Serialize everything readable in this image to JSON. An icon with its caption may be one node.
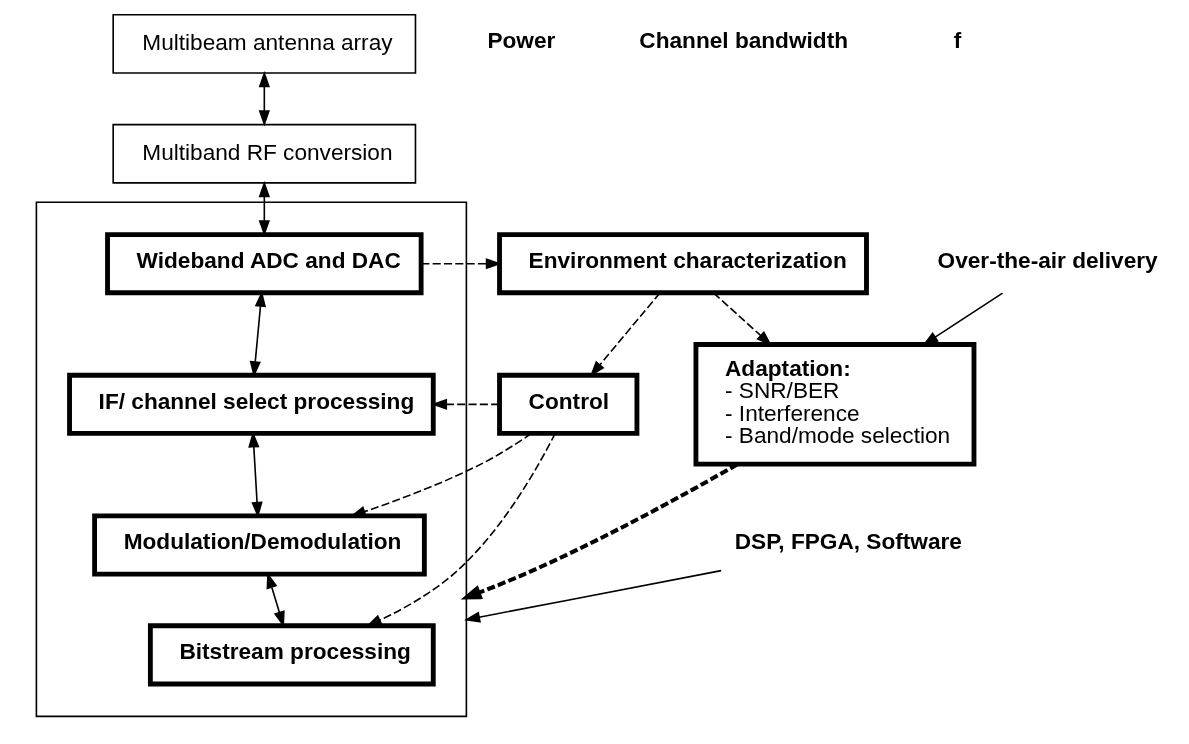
{
  "diagram": {
    "nodes": [
      {
        "text": [
          "Multibeam antenna array"
        ]
      },
      {
        "text": [
          "Multiband RF conversion"
        ]
      },
      {
        "text": [],
        "shape": "box"
      },
      {
        "text": [
          "Wideband ADC and DAC"
        ],
        "in": 2
      },
      {
        "text": [
          "IF/ channel select processing"
        ],
        "in": 2
      },
      {
        "text": [
          "Modulation/Demodulation"
        ],
        "in": 2
      },
      {
        "text": [
          "Bitstream processing"
        ],
        "in": 2
      },
      {
        "text": [
          "Environment characterization"
        ]
      },
      {
        "text": [
          "Control"
        ]
      },
      {
        "text": [
          "Adaptation:",
          "- SNR/BER",
          "- Interference",
          "- Band/mode selection"
        ]
      },
      {
        "text": [
          "DSP, FPGA, Software"
        ]
      },
      {
        "text": [
          "Over-the-air delivery"
        ]
      }
    ],
    "edges": [
      {
        "from": 0,
        "to": 1,
        "arrow": "both"
      },
      {
        "from": 1,
        "to": 3,
        "arrow": "both"
      },
      {
        "from": 3,
        "to": 4,
        "arrow": "both"
      },
      {
        "from": 4,
        "to": 5,
        "arrow": "both"
      },
      {
        "from": 5,
        "to": 6,
        "arrow": "both"
      },
      {
        "from": 3,
        "to": 7,
        "arrow": "to",
        "style": "dashed"
      },
      {
        "from": 7,
        "to": 8,
        "arrow": "to",
        "style": "dashed"
      },
      {
        "from": 7,
        "to": 9,
        "arrow": "to",
        "style": "dashed"
      },
      {
        "from": 8,
        "to": 4,
        "arrow": "to",
        "style": "dashed"
      },
      {
        "from": 8,
        "to": 5,
        "arrow": "to",
        "style": "dashed"
      },
      {
        "from": 8,
        "to": 6,
        "arrow": "to",
        "style": "dashed"
      },
      {
        "from": 9,
        "to": 2,
        "arrow": "to",
        "style": "dashed"
      },
      {
        "from": 10,
        "to": 2,
        "arrow": "to"
      },
      {
        "from": 11,
        "to": 9,
        "arrow": "to"
      }
    ],
    "labels": [
      "Power",
      "Channel bandwidth",
      "f"
    ]
  }
}
